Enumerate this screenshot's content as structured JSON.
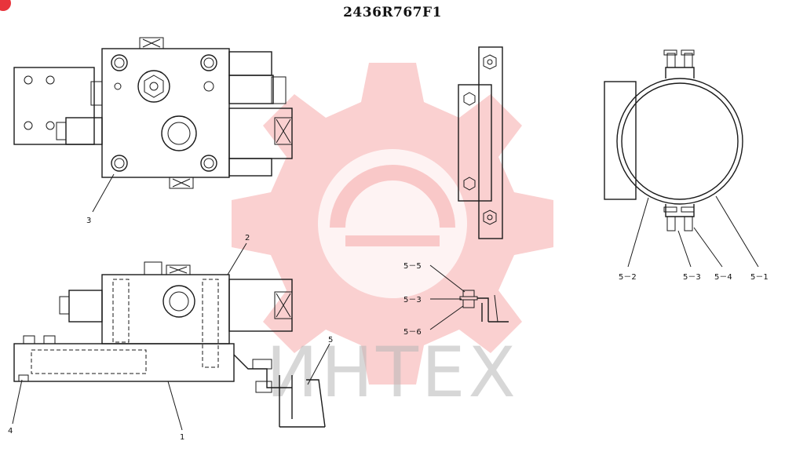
{
  "drawing": {
    "title": "2436R767F1",
    "watermark_text": "ИНТЕХ",
    "watermark_color": "#f07878",
    "badge_color": "#e8343c"
  },
  "callouts": {
    "c1": "1",
    "c2": "2",
    "c3": "3",
    "c4": "4",
    "c5": "5",
    "c5_1": "5－1",
    "c5_2": "5－2",
    "c5_3_right": "5－3",
    "c5_4": "5－4",
    "c5_5": "5－5",
    "c5_3_mid": "5－3",
    "c5_6": "5－6"
  }
}
